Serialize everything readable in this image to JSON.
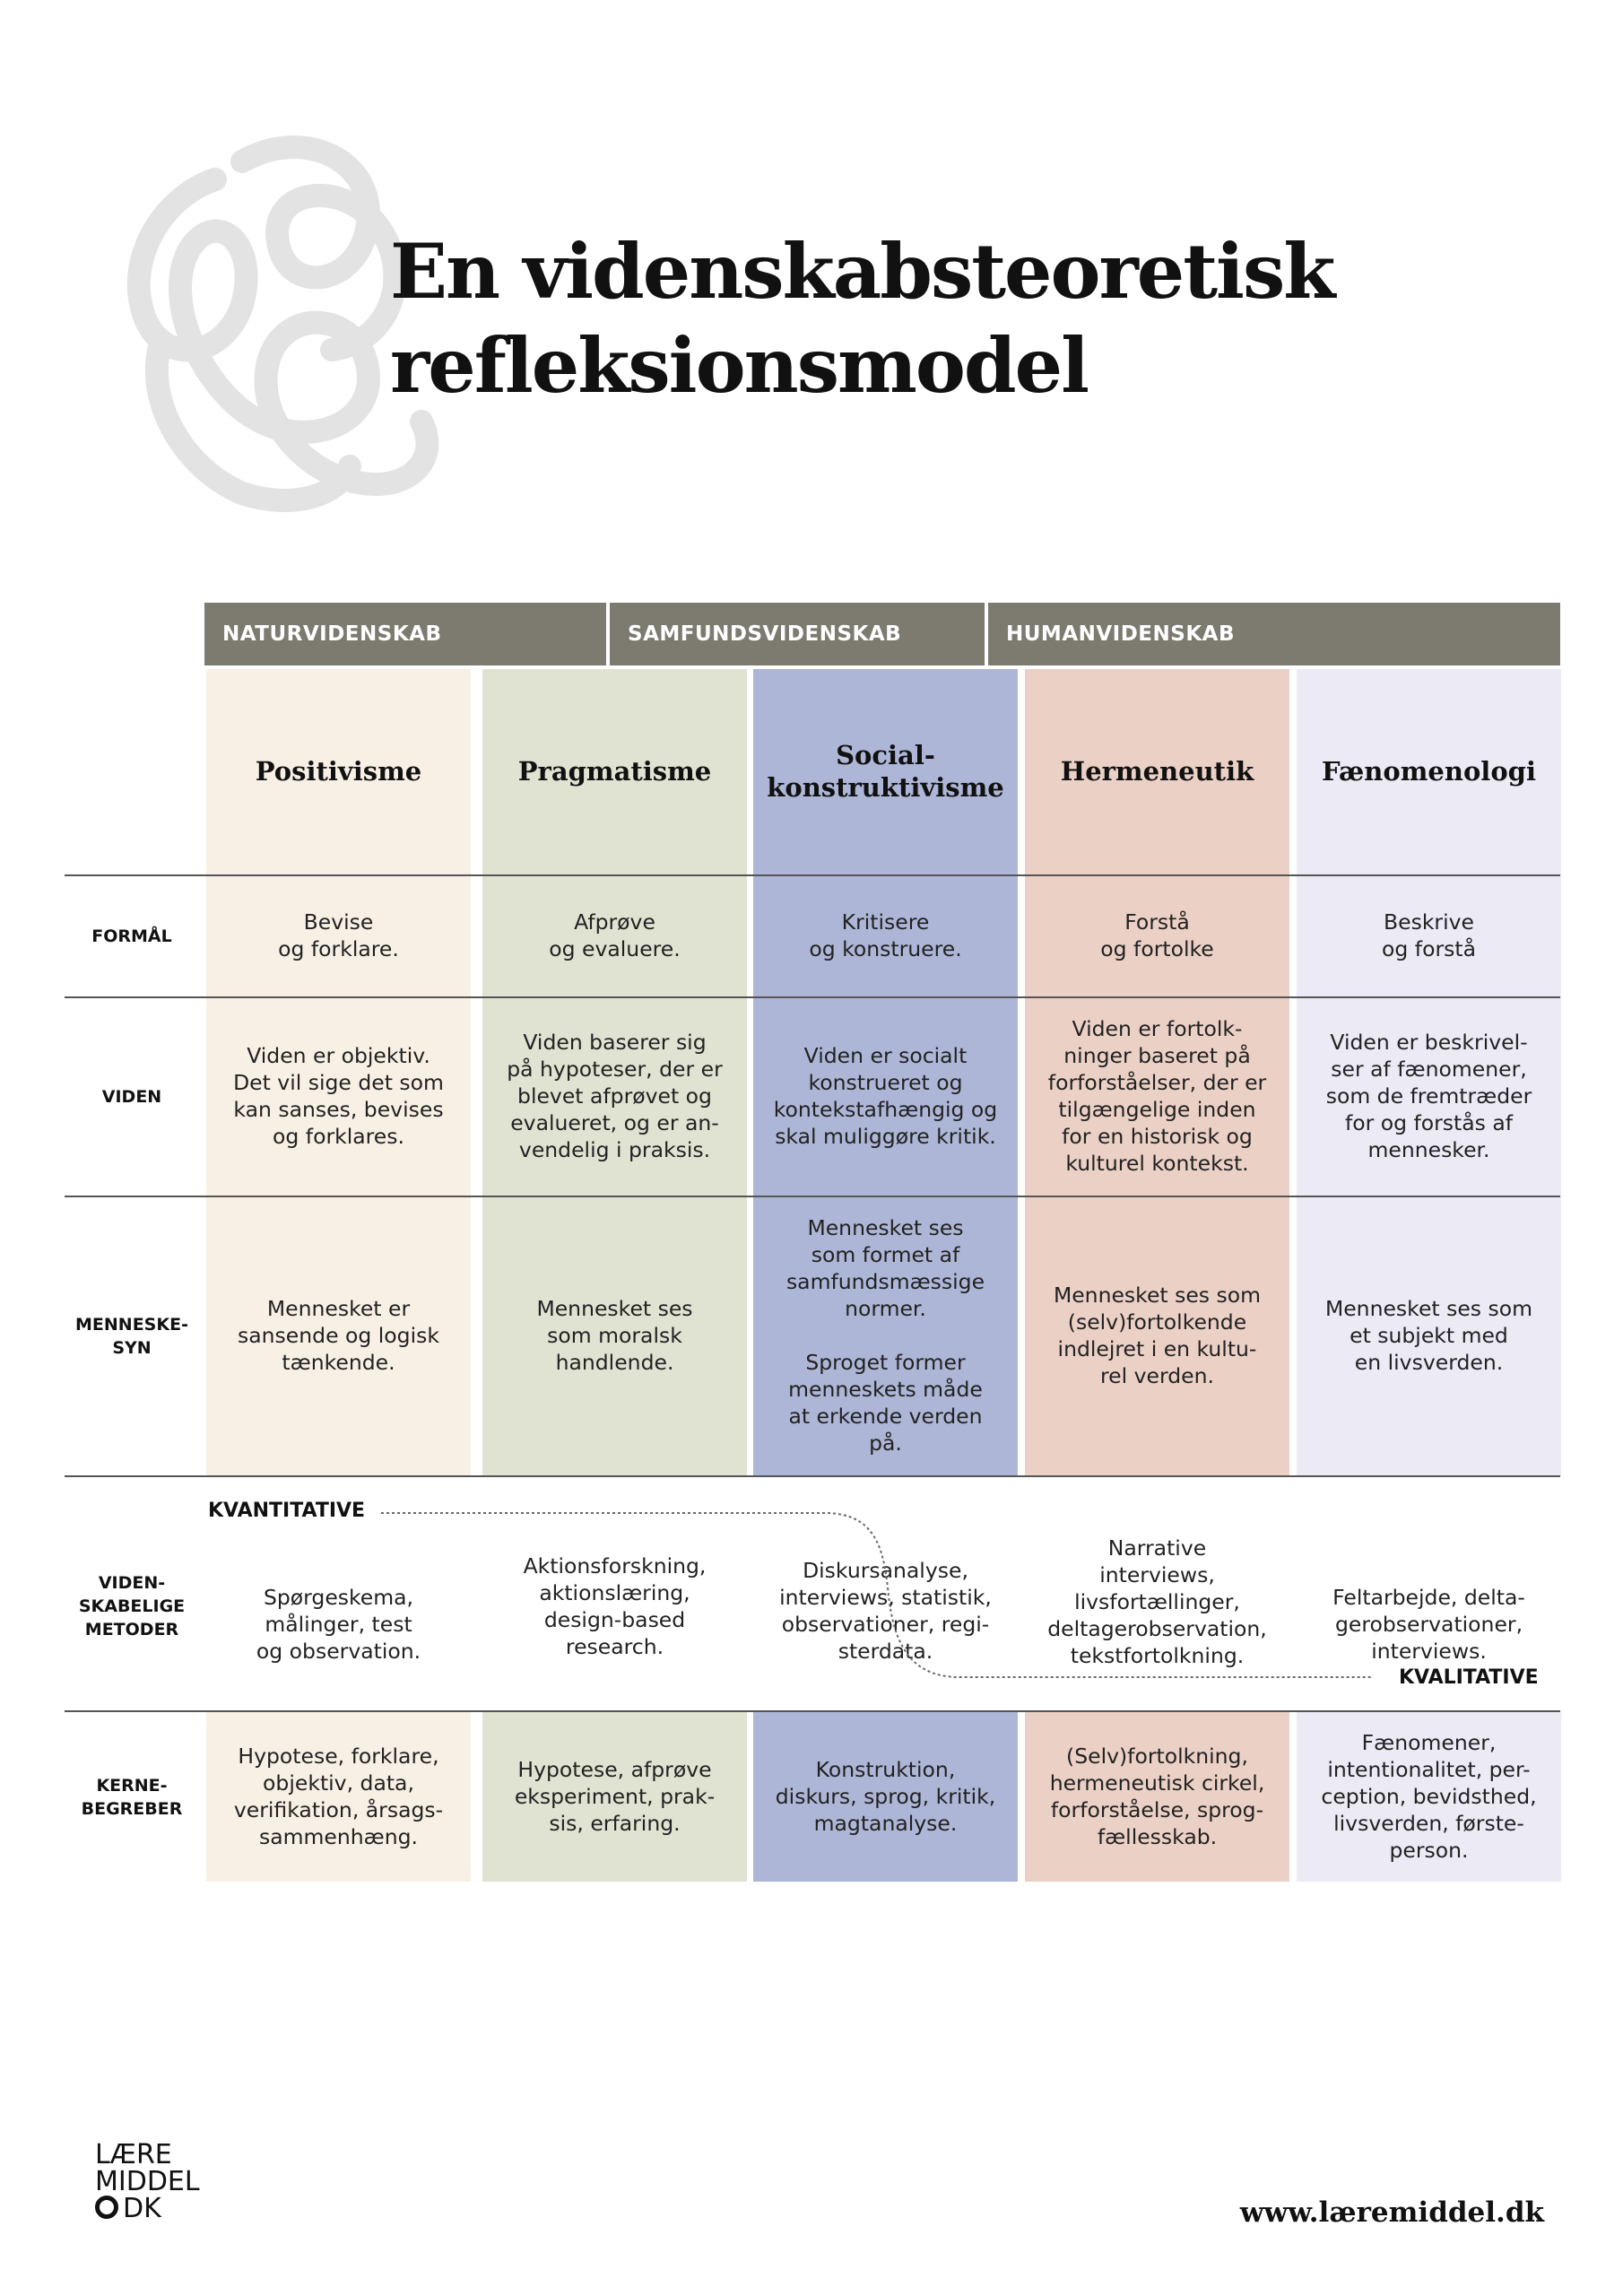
{
  "title": {
    "line1": "En videnskabsteoretisk",
    "line2": "refleksionsmodel"
  },
  "groups": [
    {
      "label": "NATURVIDENSKAB"
    },
    {
      "label": "SAMFUNDSVIDENSKAB"
    },
    {
      "label": "HUMANVIDENSKAB"
    }
  ],
  "row_labels": {
    "formaal": "FORMÅL",
    "viden": "VIDEN",
    "menneskesyn": "MENNESKE-\nSYN",
    "metoder": "VIDEN-\nSKABELIGE\nMETODER",
    "kernebegreber": "KERNE-\nBEGREBER"
  },
  "method_axis": {
    "quantitative": "KVANTITATIVE",
    "qualitative": "KVALITATIVE"
  },
  "columns": [
    {
      "name": "Positivisme",
      "color": "#f9f0e5",
      "formaal": "Bevise\nog forklare.",
      "viden": "Viden er objektiv.\nDet vil sige det som\nkan sanses, bevises\nog forklares.",
      "menneskesyn": "Mennesket er\nsansende og logisk\ntænkende.",
      "metoder": "Spørgeskema,\nmålinger, test\nog observation.",
      "kernebegreber": "Hypotese, forklare,\nobjektiv, data,\nverifikation, årsags-\nsammenhæng."
    },
    {
      "name": "Pragmatisme",
      "color": "#e0e3d2",
      "formaal": "Afprøve\nog evaluere.",
      "viden": "Viden baserer sig\npå hypoteser, der er\nblevet afprøvet og\nevalueret, og er an-\nvendelig i praksis.",
      "menneskesyn": "Mennesket ses\nsom moralsk\nhandlende.",
      "metoder": "Aktionsforskning,\naktionslæring,\ndesign-based\nresearch.",
      "kernebegreber": "Hypotese, afprøve\neksperiment, prak-\nsis, erfaring."
    },
    {
      "name": "Social-\nkonstruktivisme",
      "color": "#adb6d6",
      "formaal": "Kritisere\nog konstruere.",
      "viden": "Viden er socialt\nkonstrueret og\nkontekstafhængig og\nskal muliggøre kritik.",
      "menneskesyn": "Mennesket ses\nsom formet af\nsamfundsmæssige\nnormer.\n\nSproget former\nmenneskets måde\nat erkende verden\npå.",
      "metoder": "Diskursanalyse,\ninterviews, statistik,\nobservationer, regi-\nsterdata.",
      "kernebegreber": "Konstruktion,\ndiskurs, sprog, kritik,\nmagtanalyse."
    },
    {
      "name": "Hermeneutik",
      "color": "#ebd0c5",
      "formaal": "Forstå\nog fortolke",
      "viden": "Viden er fortolk-\nninger baseret på\nforforståelser, der er\ntilgængelige inden\nfor en historisk og\nkulturel kontekst.",
      "menneskesyn": "Mennesket ses som\n(selv)fortolkende\nindlejret i en kultu-\nrel verden.",
      "metoder": "Narrative\ninterviews,\nlivsfortællinger,\ndeltagerobservation,\ntekstfortolkning.",
      "kernebegreber": "(Selv)fortolkning,\nhermeneutisk cirkel,\nforforståelse, sprog-\nfællesskab."
    },
    {
      "name": "Fænomenologi",
      "color": "#ebeaf5",
      "formaal": "Beskrive\nog forstå",
      "viden": "Viden er beskrivel-\nser af fænomener,\nsom de fremtræder\nfor og forstås af\nmennesker.",
      "menneskesyn": "Mennesket ses som\net subjekt med\nen livsverden.",
      "metoder": "Feltarbejde, delta-\ngerobservationer,\ninterviews.",
      "kernebegreber": "Fænomener,\nintentionalitet, per-\nception, bevidsthed,\nlivsverden, første-\nperson."
    }
  ],
  "logo": {
    "line1": "LÆRE",
    "line2": "MIDDEL",
    "line3": "DK"
  },
  "footer_url": "www.læremiddel.dk"
}
